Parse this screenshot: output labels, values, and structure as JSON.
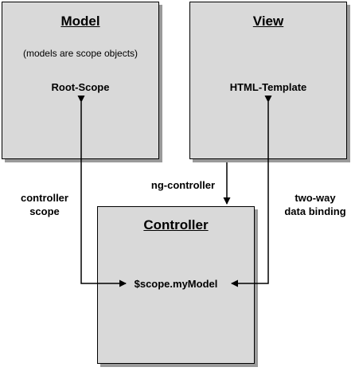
{
  "model": {
    "title": "Model",
    "note": "(models are scope objects)",
    "content": "Root-Scope"
  },
  "view": {
    "title": "View",
    "content": "HTML-Template"
  },
  "controller": {
    "title": "Controller",
    "content": "$scope.myModel"
  },
  "edges": {
    "controller_scope_line1": "controller",
    "controller_scope_line2": "scope",
    "ng_controller": "ng-controller",
    "two_way_line1": "two-way",
    "two_way_line2": "data binding"
  }
}
